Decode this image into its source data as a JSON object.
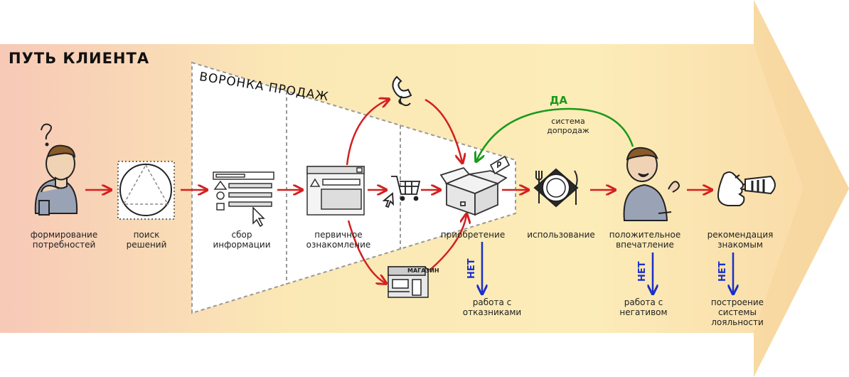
{
  "title": "ПУТЬ КЛИЕНТА",
  "funnel_title": "ВОРОНКА ПРОДАЖ",
  "yes_label": "ДА",
  "upsell_label": [
    "система",
    "допродаж"
  ],
  "no_label": "НЕТ",
  "shop_sign": "МАГАЗИН",
  "stages": [
    {
      "lines": [
        "формирование",
        "потребностей"
      ]
    },
    {
      "lines": [
        "поиск",
        "решений"
      ]
    },
    {
      "lines": [
        "сбор",
        "информации"
      ]
    },
    {
      "lines": [
        "первичное",
        "ознакомление"
      ]
    },
    {
      "lines": [
        "приобретение"
      ]
    },
    {
      "lines": [
        "использование"
      ]
    },
    {
      "lines": [
        "положительное",
        "впечатление"
      ]
    },
    {
      "lines": [
        "рекомендация",
        "знакомым"
      ]
    }
  ],
  "negatives": [
    {
      "lines": [
        "работа с",
        "отказниками"
      ]
    },
    {
      "lines": [
        "работа с",
        "негативом"
      ]
    },
    {
      "lines": [
        "построение",
        "системы",
        "лояльности"
      ]
    }
  ],
  "colors": {
    "flow_arrow": "#d42020",
    "yes_arrow": "#1a9a1a",
    "no_arrow": "#1a2fc8",
    "band": "#fbe6a8"
  },
  "icons": [
    "thinking-person-icon",
    "triangle-circle-icon",
    "form-icon",
    "browser-window-icon",
    "telephone-icon",
    "cart-icon",
    "shop-icon",
    "box-icon",
    "plate-icon",
    "happy-person-icon",
    "speaking-head-icon"
  ]
}
